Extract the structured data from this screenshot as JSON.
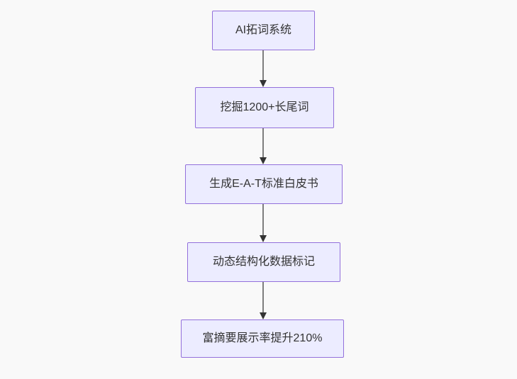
{
  "diagram": {
    "type": "flowchart",
    "direction": "top-down",
    "nodes": [
      {
        "id": "n1",
        "label": "AI拓词系统"
      },
      {
        "id": "n2",
        "label": "挖掘1200+长尾词"
      },
      {
        "id": "n3",
        "label": "生成E-A-T标准白皮书"
      },
      {
        "id": "n4",
        "label": "动态结构化数据标记"
      },
      {
        "id": "n5",
        "label": "富摘要展示率提升210%"
      }
    ],
    "edges": [
      {
        "from": "n1",
        "to": "n2"
      },
      {
        "from": "n2",
        "to": "n3"
      },
      {
        "from": "n3",
        "to": "n4"
      },
      {
        "from": "n4",
        "to": "n5"
      }
    ],
    "colors": {
      "background": "#f9f9f9",
      "node_fill": "#ECECFF",
      "node_border": "#9370DB",
      "edge_line": "#555555",
      "arrowhead": "#333333",
      "text": "#333333"
    }
  }
}
